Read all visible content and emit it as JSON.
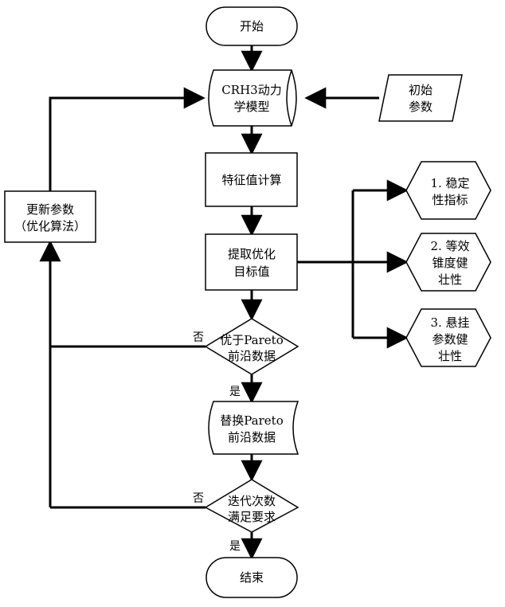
{
  "nodes": {
    "start": "开始",
    "model": [
      "CRH3动力",
      "学模型"
    ],
    "initial_params": [
      "初始",
      "参数"
    ],
    "eigen": "特征值计算",
    "extract": [
      "提取优化",
      "目标值"
    ],
    "objective_1": [
      "1. 稳定",
      "性指标"
    ],
    "objective_2": [
      "2. 等效",
      "锥度健",
      "壮性"
    ],
    "objective_3": [
      "3. 悬挂",
      "参数健",
      "壮性"
    ],
    "pareto_check": [
      "优于Pareto",
      "前沿数据"
    ],
    "replace": [
      "替换Pareto",
      "前沿数据"
    ],
    "iteration_check": [
      "迭代次数",
      "满足要求"
    ],
    "end": "结束",
    "update": [
      "更新参数",
      "（优化算法）"
    ]
  },
  "edges": {
    "pareto_no": "否",
    "pareto_yes": "是",
    "iteration_no": "否",
    "iteration_yes": "是"
  }
}
